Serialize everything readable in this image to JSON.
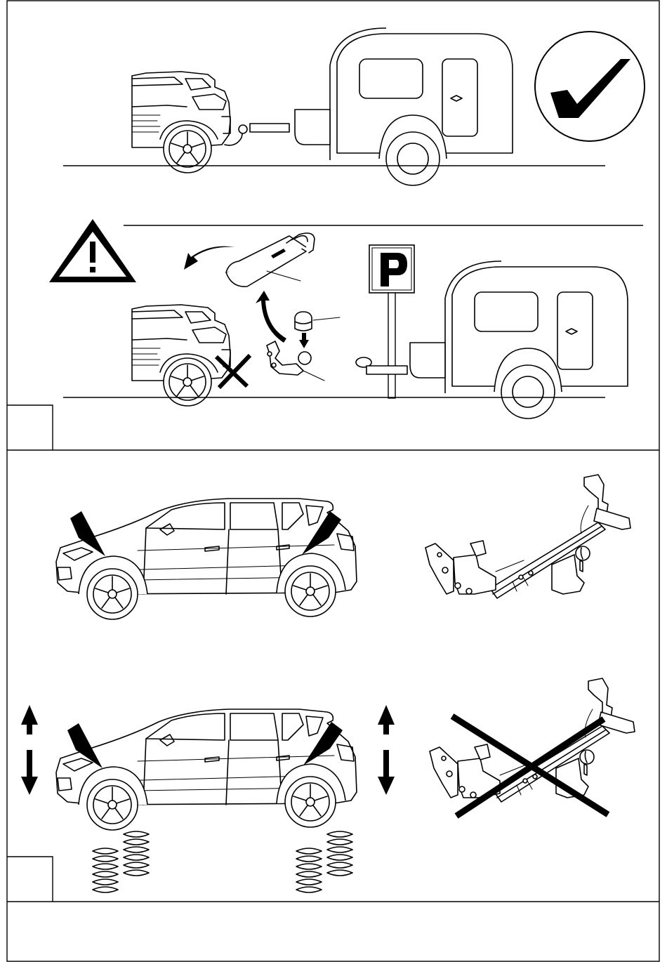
{
  "panels": {
    "panel_a": {
      "rows": [
        "towing-allowed",
        "parked-with-ball-removed"
      ],
      "step_label": ""
    },
    "panel_b": {
      "rows": [
        "correct-ride-height",
        "modified-suspension-not-allowed"
      ],
      "step_label": ""
    },
    "footer_text": ""
  },
  "icons": [
    "checkmark-icon",
    "warning-triangle-icon",
    "parking-sign-icon",
    "cross-mark-icon",
    "up-down-arrow-icon",
    "coil-spring-icon",
    "arrow-pointer-icon"
  ],
  "colors": {
    "line": "#000000",
    "background": "#ffffff"
  }
}
